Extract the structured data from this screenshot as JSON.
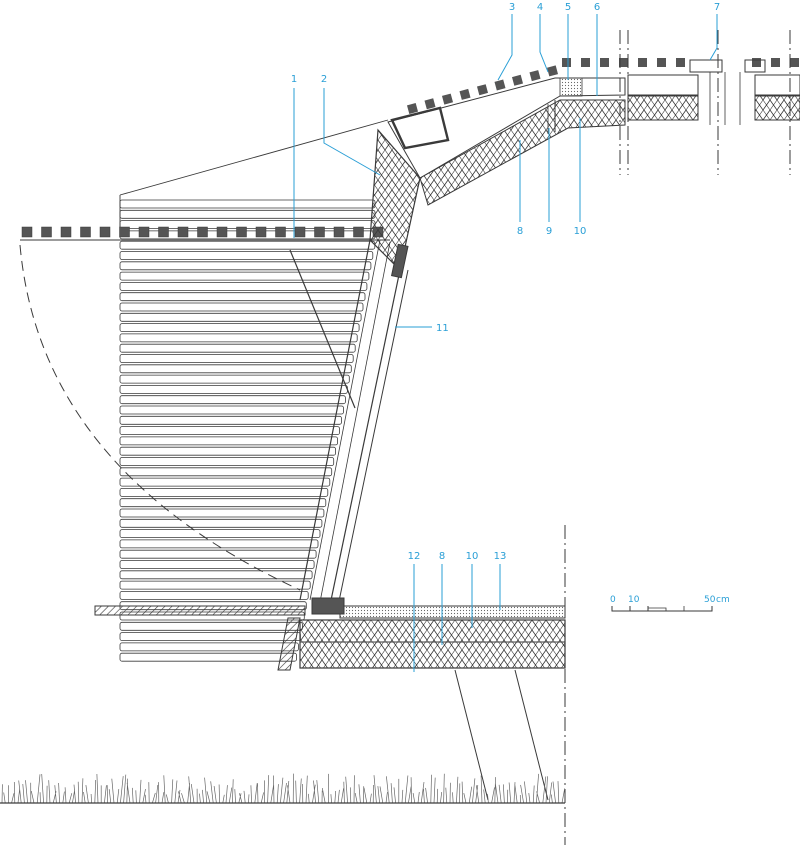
{
  "colors": {
    "line": "#3a3a3a",
    "callout": "#2a9fd6",
    "fill_dark": "#555555",
    "hatch": "#777777"
  },
  "callouts": [
    {
      "id": "1",
      "text": "1"
    },
    {
      "id": "2",
      "text": "2"
    },
    {
      "id": "3",
      "text": "3"
    },
    {
      "id": "4",
      "text": "4"
    },
    {
      "id": "5",
      "text": "5"
    },
    {
      "id": "6",
      "text": "6"
    },
    {
      "id": "7",
      "text": "7"
    },
    {
      "id": "8a",
      "text": "8"
    },
    {
      "id": "9",
      "text": "9"
    },
    {
      "id": "10a",
      "text": "10"
    },
    {
      "id": "11",
      "text": "11"
    },
    {
      "id": "12",
      "text": "12"
    },
    {
      "id": "8b",
      "text": "8"
    },
    {
      "id": "10b",
      "text": "10"
    },
    {
      "id": "13",
      "text": "13"
    }
  ],
  "scale_bar": {
    "ticks": [
      "0",
      "10",
      "50"
    ],
    "unit": "cm"
  }
}
